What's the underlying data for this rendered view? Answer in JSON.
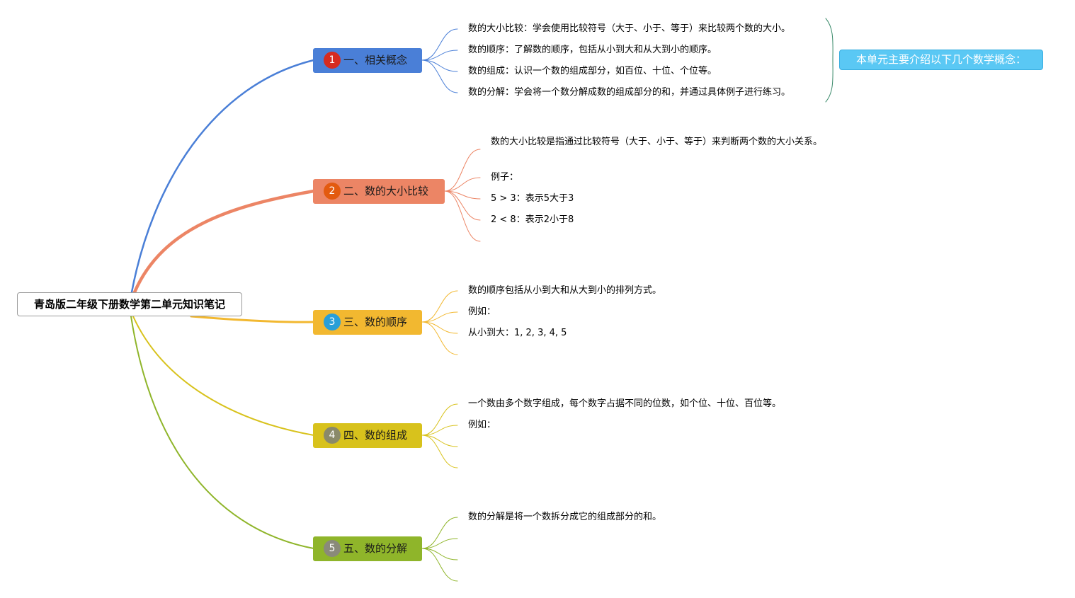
{
  "title": "青岛版二年级下册数学第二单元知识笔记",
  "summary": "本单元主要介绍以下几个数学概念：",
  "branches": [
    {
      "number": "1",
      "label": "一、相关概念",
      "color": "#4a7fd7",
      "badge_color": "#d62b1f",
      "items": [
        "数的大小比较：学会使用比较符号（大于、小于、等于）来比较两个数的大小。",
        "数的顺序：了解数的顺序，包括从小到大和从大到小的顺序。",
        "数的组成：认识一个数的组成部分，如百位、十位、个位等。",
        "数的分解：学会将一个数分解成数的组成部分的和，并通过具体例子进行练习。"
      ]
    },
    {
      "number": "2",
      "label": "二、数的大小比较",
      "color": "#ec8565",
      "badge_color": "#e35a0f",
      "items": [
        "数的大小比较是指通过比较符号（大于、小于、等于）来判断两个数的大小关系。",
        "例子：",
        "5 > 3：表示5大于3",
        "2 < 8：表示2小于8",
        ""
      ]
    },
    {
      "number": "3",
      "label": "三、数的顺序",
      "color": "#f2b830",
      "badge_color": "#2a9fd8",
      "items": [
        "数的顺序包括从小到大和从大到小的排列方式。",
        "例如：",
        "从小到大：1, 2, 3, 4, 5",
        ""
      ]
    },
    {
      "number": "4",
      "label": "四、数的组成",
      "color": "#d8c21c",
      "badge_color": "#8a8a6a",
      "items": [
        "一个数由多个数字组成，每个数字占据不同的位数，如个位、十位、百位等。",
        "例如：",
        "",
        ""
      ]
    },
    {
      "number": "5",
      "label": "五、数的分解",
      "color": "#8fb52a",
      "badge_color": "#8a8a7a",
      "items": [
        "数的分解是将一个数拆分成它的组成部分的和。",
        "",
        "",
        ""
      ]
    }
  ]
}
